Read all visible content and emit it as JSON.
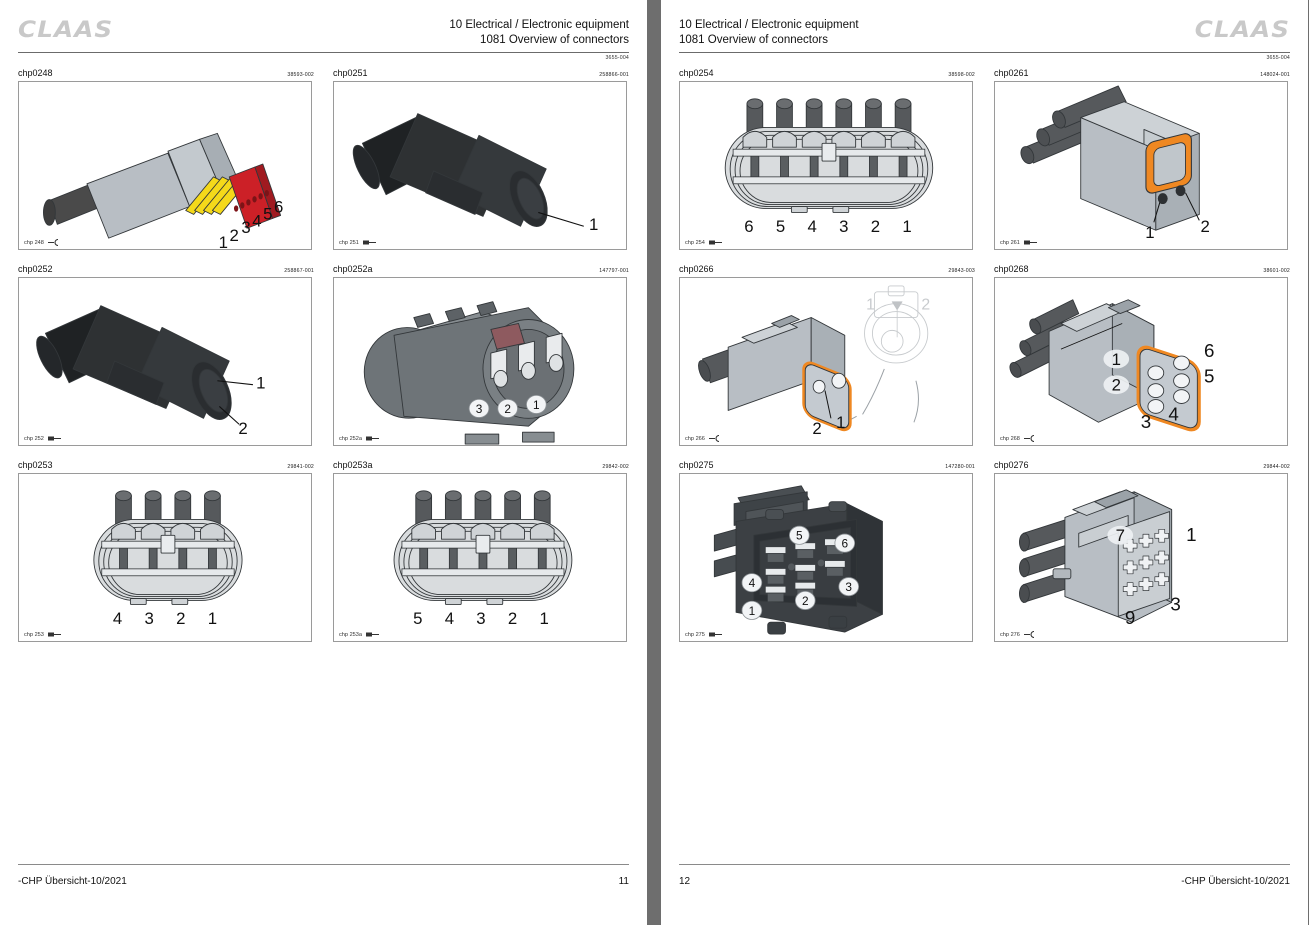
{
  "document": {
    "brand": "CLAAS",
    "section_line1": "10 Electrical / Electronic equipment",
    "section_line2": "1081 Overview of connectors",
    "doc_code": "3655-004",
    "footer_text": "-CHP Übersicht-10/2021"
  },
  "pages": [
    {
      "page_number": "11",
      "logo_side": "left",
      "figures": [
        {
          "id": "chp0248",
          "part_number": "38593-002",
          "caption": "chp 248",
          "caption_symbol": "socket",
          "pin_labels": [
            "1",
            "2",
            "3",
            "4",
            "5",
            "6"
          ],
          "colors": {
            "face": "#cc2027",
            "seal": "#f5d91a",
            "body": "#b8bec4",
            "cable": "#4a4a4a"
          },
          "type": "angled-6pin-red"
        },
        {
          "id": "chp0251",
          "part_number": "258866-001",
          "caption": "chp 251",
          "caption_symbol": "pin",
          "pin_labels": [
            "1"
          ],
          "colors": {
            "body": "#2e3133",
            "cable": "#1f2224"
          },
          "type": "black-1pin"
        },
        {
          "id": "chp0252",
          "part_number": "258867-001",
          "caption": "chp 252",
          "caption_symbol": "pin",
          "pin_labels": [
            "1",
            "2"
          ],
          "colors": {
            "body": "#2e3133",
            "cable": "#1f2224"
          },
          "type": "black-2pin"
        },
        {
          "id": "chp0252a",
          "part_number": "147797-001",
          "caption": "chp 252a",
          "caption_symbol": "pin",
          "pin_labels": [
            "3",
            "2",
            "1"
          ],
          "colors": {
            "body": "#6e7478",
            "pin": "#e8eaec"
          },
          "type": "gray-3pin-oval"
        },
        {
          "id": "chp0253",
          "part_number": "29841-002",
          "caption": "chp 253",
          "caption_symbol": "pin",
          "pin_labels": [
            "4",
            "3",
            "2",
            "1"
          ],
          "colors": {
            "body": "#d9dcde",
            "cable": "#56595c"
          },
          "type": "ribbed-4pin"
        },
        {
          "id": "chp0253a",
          "part_number": "29842-002",
          "caption": "chp 253a",
          "caption_symbol": "pin",
          "pin_labels": [
            "5",
            "4",
            "3",
            "2",
            "1"
          ],
          "colors": {
            "body": "#d9dcde",
            "cable": "#56595c"
          },
          "type": "ribbed-5pin"
        }
      ]
    },
    {
      "page_number": "12",
      "logo_side": "right",
      "figures": [
        {
          "id": "chp0254",
          "part_number": "38598-002",
          "caption": "chp 254",
          "caption_symbol": "pin",
          "pin_labels": [
            "6",
            "5",
            "4",
            "3",
            "2",
            "1"
          ],
          "colors": {
            "body": "#d9dcde",
            "cable": "#56595c"
          },
          "type": "ribbed-6pin"
        },
        {
          "id": "chp0261",
          "part_number": "148024-001",
          "caption": "chp 261",
          "caption_symbol": "pin",
          "pin_labels": [
            "1",
            "2"
          ],
          "colors": {
            "body": "#b8bec4",
            "face": "#ef8822",
            "cable": "#56595c"
          },
          "type": "orange-2pin"
        },
        {
          "id": "chp0266",
          "part_number": "29843-003",
          "caption": "chp 266",
          "caption_symbol": "socket",
          "pin_labels": [
            "2",
            "1"
          ],
          "ghost_labels": [
            "1",
            "2"
          ],
          "colors": {
            "body": "#b8bec4",
            "ring": "#ef8822",
            "cable": "#56595c"
          },
          "type": "orange-2pin-ghost"
        },
        {
          "id": "chp0268",
          "part_number": "38601-002",
          "caption": "chp 268",
          "caption_symbol": "socket",
          "pin_labels": [
            "1",
            "2",
            "3",
            "4",
            "5",
            "6"
          ],
          "colors": {
            "body": "#b8bec4",
            "ring": "#ef8822",
            "cable": "#56595c"
          },
          "type": "orange-6pin"
        },
        {
          "id": "chp0275",
          "part_number": "147280-001",
          "caption": "chp 275",
          "caption_symbol": "pin",
          "pin_labels": [
            "4",
            "5",
            "6",
            "1",
            "2",
            "3"
          ],
          "colors": {
            "body": "#3c4044"
          },
          "type": "dark-6pin-box"
        },
        {
          "id": "chp0276",
          "part_number": "29844-002",
          "caption": "chp 276",
          "caption_symbol": "socket",
          "pin_labels": [
            "7",
            "1",
            "3",
            "9"
          ],
          "colors": {
            "body": "#b8bec4",
            "cable": "#56595c"
          },
          "type": "gray-9pin"
        }
      ]
    }
  ]
}
